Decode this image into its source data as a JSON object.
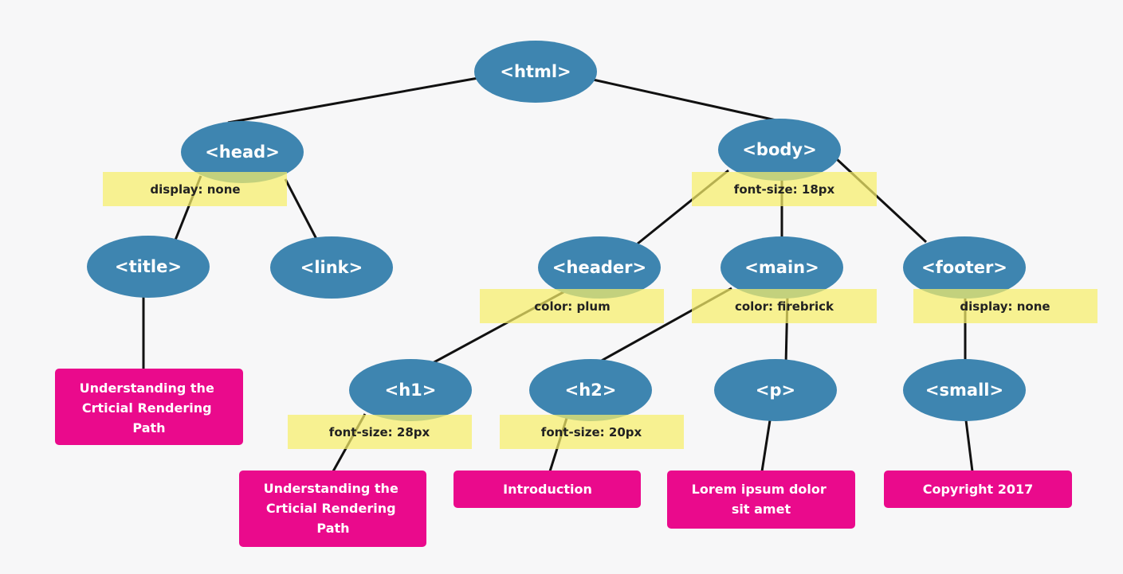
{
  "colors": {
    "background": "#f7f7f8",
    "element_node": "#3e85b0",
    "text_node": "#ea0a8c",
    "style_annotation": "#f6ee6a"
  },
  "nodes": {
    "html": "<html>",
    "head": "<head>",
    "body": "<body>",
    "title": "<title>",
    "link": "<link>",
    "header": "<header>",
    "main": "<main>",
    "footer": "<footer>",
    "h1": "<h1>",
    "h2": "<h2>",
    "p": "<p>",
    "small": "<small>"
  },
  "styles": {
    "head": "display: none",
    "body": "font-size: 18px",
    "header": "color: plum",
    "main": "color: firebrick",
    "footer": "display: none",
    "h1": "font-size: 28px",
    "h2": "font-size: 20px"
  },
  "texts": {
    "title": [
      "Understanding the",
      "Crticial Rendering",
      "Path"
    ],
    "h1": [
      "Understanding the",
      "Crticial Rendering",
      "Path"
    ],
    "h2": [
      "Introduction"
    ],
    "p": [
      "Lorem ipsum dolor",
      "sit amet"
    ],
    "small": [
      "Copyright 2017"
    ]
  },
  "edges": [
    [
      "html",
      "head"
    ],
    [
      "html",
      "body"
    ],
    [
      "head",
      "title"
    ],
    [
      "head",
      "link"
    ],
    [
      "body",
      "header"
    ],
    [
      "body",
      "main"
    ],
    [
      "body",
      "footer"
    ],
    [
      "header",
      "h1"
    ],
    [
      "main",
      "h2"
    ],
    [
      "main",
      "p"
    ],
    [
      "footer",
      "small"
    ],
    [
      "title",
      "text-title"
    ],
    [
      "h1",
      "text-h1"
    ],
    [
      "h2",
      "text-h2"
    ],
    [
      "p",
      "text-p"
    ],
    [
      "small",
      "text-small"
    ]
  ]
}
